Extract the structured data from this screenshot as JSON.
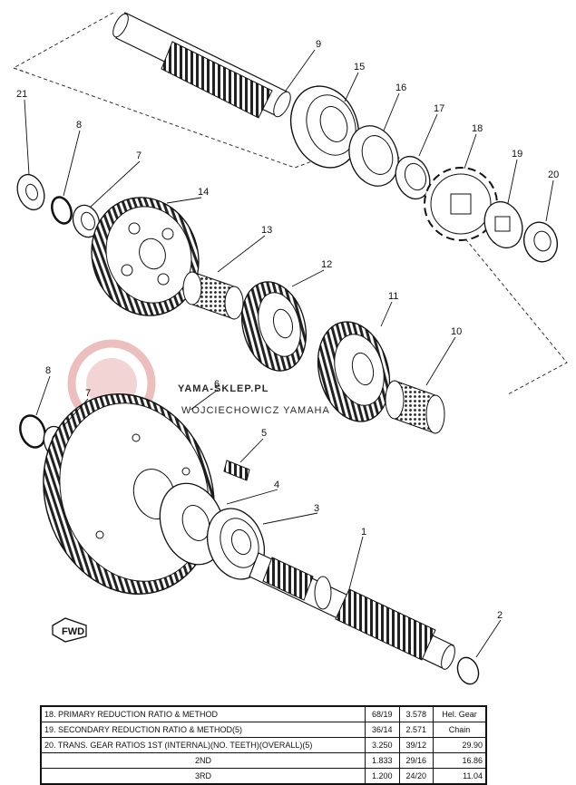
{
  "callouts": {
    "c1": "1",
    "c2": "2",
    "c3": "3",
    "c4": "4",
    "c5": "5",
    "c6": "6",
    "c7a": "7",
    "c7b": "7",
    "c8a": "8",
    "c8b": "8",
    "c9": "9",
    "c10": "10",
    "c11": "11",
    "c12": "12",
    "c13": "13",
    "c14": "14",
    "c15": "15",
    "c16": "16",
    "c17": "17",
    "c18": "18",
    "c19": "19",
    "c20": "20",
    "c21": "21"
  },
  "fwd_label": "FWD",
  "watermark": {
    "title": "YAMA-SKLEP.PL",
    "subtitle": "WOJCIECHOWICZ YAMAHA",
    "color": "#e8c8c8"
  },
  "spec_table": {
    "rows": [
      {
        "num": "18.",
        "label": "PRIMARY REDUCTION RATIO & METHOD",
        "a": "68/19",
        "b": "3.578",
        "c": "Hel. Gear"
      },
      {
        "num": "19.",
        "label": "SECONDARY REDUCTION RATIO & METHOD(5)",
        "a": "36/14",
        "b": "2.571",
        "c": "Chain"
      },
      {
        "num": "20.",
        "label": "TRANS. GEAR RATIOS 1ST (INTERNAL)(NO. TEETH)(OVERALL)(5)",
        "a": "3.250",
        "b": "39/12",
        "c": "29.90"
      },
      {
        "num": "",
        "label": "2ND",
        "a": "1.833",
        "b": "29/16",
        "c": "16.86"
      },
      {
        "num": "",
        "label": "3RD",
        "a": "1.200",
        "b": "24/20",
        "c": "11.04"
      }
    ]
  }
}
